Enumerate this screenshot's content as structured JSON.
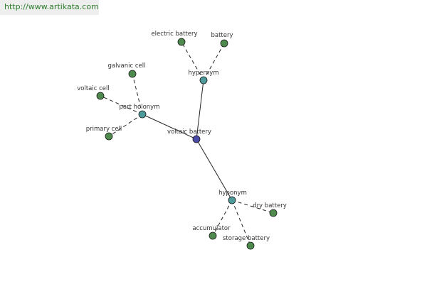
{
  "header": {
    "url": "http://www.artikata.com"
  },
  "colors": {
    "center_node": "#4a4aa8",
    "relation_node": "#4d9a9a",
    "leaf_node": "#4e8a4e",
    "edge": "#222222",
    "banner_bg": "#eeeeee",
    "url_text": "#2e7d2e"
  },
  "graph": {
    "center": {
      "id": "voltaic-battery",
      "label": "voltaic battery"
    },
    "relations": [
      {
        "id": "hypernym",
        "label": "hypernym",
        "leaves": [
          {
            "id": "electric-battery",
            "label": "electric battery"
          },
          {
            "id": "battery",
            "label": "battery"
          }
        ]
      },
      {
        "id": "part-holonym",
        "label": "part holonym",
        "leaves": [
          {
            "id": "galvanic-cell",
            "label": "galvanic cell"
          },
          {
            "id": "voltaic-cell",
            "label": "voltaic cell"
          },
          {
            "id": "primary-cell",
            "label": "primary cell"
          }
        ]
      },
      {
        "id": "hyponym",
        "label": "hyponym",
        "leaves": [
          {
            "id": "dry-battery",
            "label": "dry battery"
          },
          {
            "id": "accumulator",
            "label": "accumulator"
          },
          {
            "id": "storage-battery",
            "label": "storage battery"
          }
        ]
      }
    ]
  }
}
